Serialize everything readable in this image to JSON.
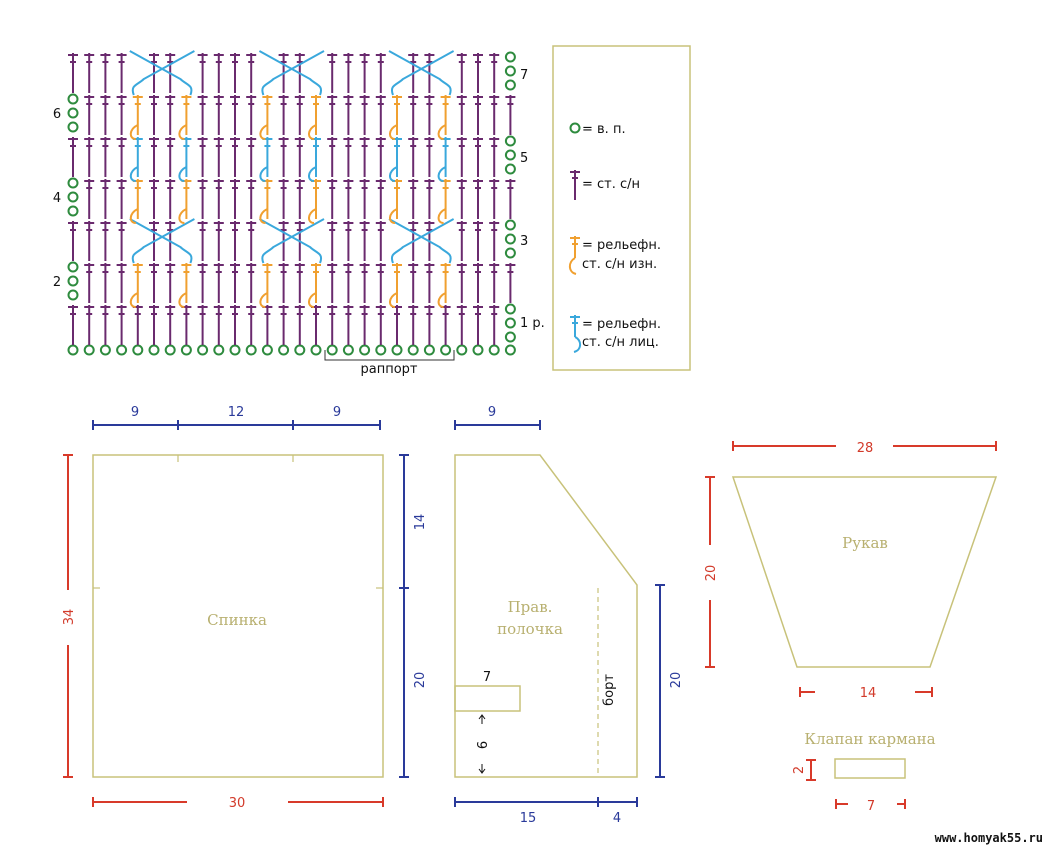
{
  "colors": {
    "chain": "#2e8b3e",
    "dc": "#6a2a6e",
    "relief_back": "#f0a030",
    "relief_front": "#3aa8dc",
    "outline": "#c8c27a",
    "dim_red": "#d83a2a",
    "dim_blue": "#2a3a9a"
  },
  "stitch_chart": {
    "rows": 7,
    "columns": 28,
    "row_labels": {
      "left": [
        "2",
        "4",
        "6"
      ],
      "right": [
        "1 р.",
        "3",
        "5",
        "7"
      ]
    },
    "cable_pairs": [
      [
        4,
        7
      ],
      [
        12,
        15
      ],
      [
        20,
        23
      ]
    ],
    "repeat_label": "раппорт"
  },
  "legend": {
    "chain": "= в. п.",
    "dc": "= ст. с/н",
    "relief_back_1": "= рельефн.",
    "relief_back_2": "ст. с/н изн.",
    "relief_front_1": "= рельефн.",
    "relief_front_2": "ст. с/н лиц."
  },
  "back": {
    "name": "Спинка",
    "top_dims": [
      "9",
      "12",
      "9"
    ],
    "height": "34",
    "upper_height": "14",
    "lower_height": "20",
    "width": "30"
  },
  "front": {
    "name_1": "Прав.",
    "name_2": "полочка",
    "top_dim": "9",
    "right_height": "20",
    "pocket_width": "7",
    "pocket_offset": "6",
    "band_label": "борт",
    "bottom_main": "15",
    "bottom_band": "4"
  },
  "sleeve": {
    "name": "Рукав",
    "top_width": "28",
    "height": "20",
    "bottom_width": "14"
  },
  "pocket_flap": {
    "name": "Клапан кармана",
    "height": "2",
    "width": "7"
  },
  "watermark": "www.homyak55.ru"
}
